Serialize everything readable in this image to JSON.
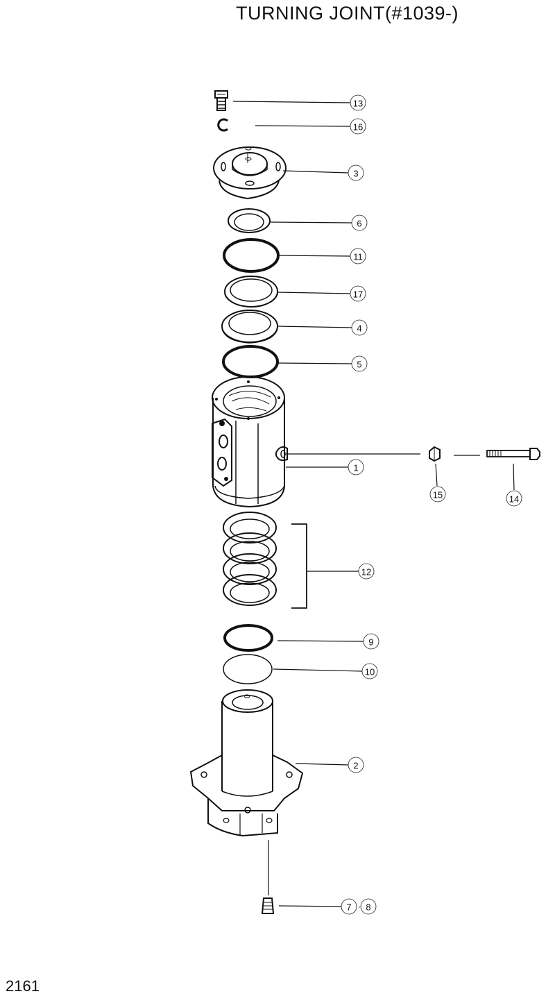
{
  "page": {
    "title": "TURNING JOINT(#1039-)",
    "page_number": "2161"
  },
  "callouts": [
    {
      "id": "13",
      "text": "13"
    },
    {
      "id": "16",
      "text": "16"
    },
    {
      "id": "3",
      "text": "3"
    },
    {
      "id": "6",
      "text": "6"
    },
    {
      "id": "11",
      "text": "11"
    },
    {
      "id": "17",
      "text": "17"
    },
    {
      "id": "4",
      "text": "4"
    },
    {
      "id": "5",
      "text": "5"
    },
    {
      "id": "1",
      "text": "1"
    },
    {
      "id": "15",
      "text": "15"
    },
    {
      "id": "14",
      "text": "14"
    },
    {
      "id": "12",
      "text": "12"
    },
    {
      "id": "9",
      "text": "9"
    },
    {
      "id": "10",
      "text": "10"
    },
    {
      "id": "2",
      "text": "2"
    },
    {
      "id": "7",
      "text": "7"
    },
    {
      "id": "8",
      "text": "8"
    }
  ],
  "callout_joiner": "·"
}
